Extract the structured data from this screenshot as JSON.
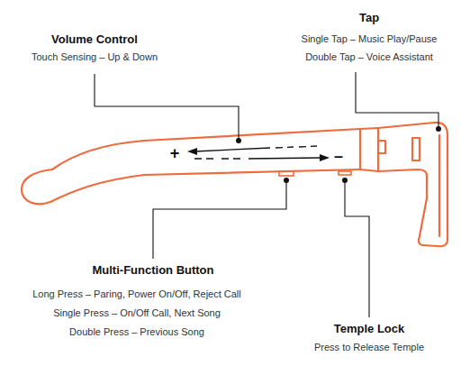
{
  "diagram": {
    "labels": [
      "Volume Control",
      "Touch Sensing – Up & Down",
      "Tap",
      "Single Tap – Music Play/Pause",
      "Double Tap – Voice Assistant",
      "+",
      "–",
      "Multi-Function Button",
      "Long Press – Paring, Power On/Off, Reject Call",
      "Single Press – On/Off Call, Next Song",
      "Double Press – Previous Song",
      "Temple Lock",
      "Press to Release Temple"
    ]
  }
}
